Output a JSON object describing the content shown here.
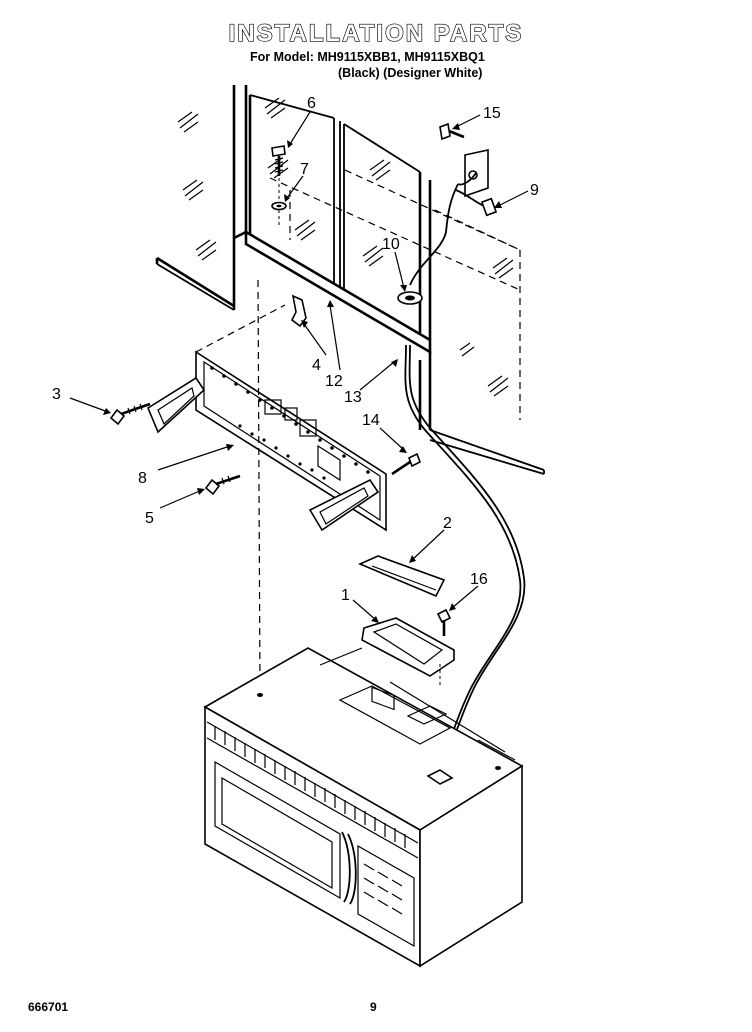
{
  "header": {
    "title": "INSTALLATION PARTS",
    "model_line": "For Model: MH9115XBB1, MH9115XBQ1",
    "color_line": "(Black) (Designer White)"
  },
  "footer": {
    "doc_number": "666701",
    "page_number": "9"
  },
  "callouts": [
    {
      "id": "c1",
      "label": "1"
    },
    {
      "id": "c2",
      "label": "2"
    },
    {
      "id": "c3",
      "label": "3"
    },
    {
      "id": "c4",
      "label": "4"
    },
    {
      "id": "c5",
      "label": "5"
    },
    {
      "id": "c6",
      "label": "6"
    },
    {
      "id": "c7",
      "label": "7"
    },
    {
      "id": "c8",
      "label": "8"
    },
    {
      "id": "c9",
      "label": "9"
    },
    {
      "id": "c10",
      "label": "10"
    },
    {
      "id": "c12",
      "label": "12"
    },
    {
      "id": "c13",
      "label": "13"
    },
    {
      "id": "c14",
      "label": "14"
    },
    {
      "id": "c15",
      "label": "15"
    },
    {
      "id": "c16",
      "label": "16"
    }
  ]
}
